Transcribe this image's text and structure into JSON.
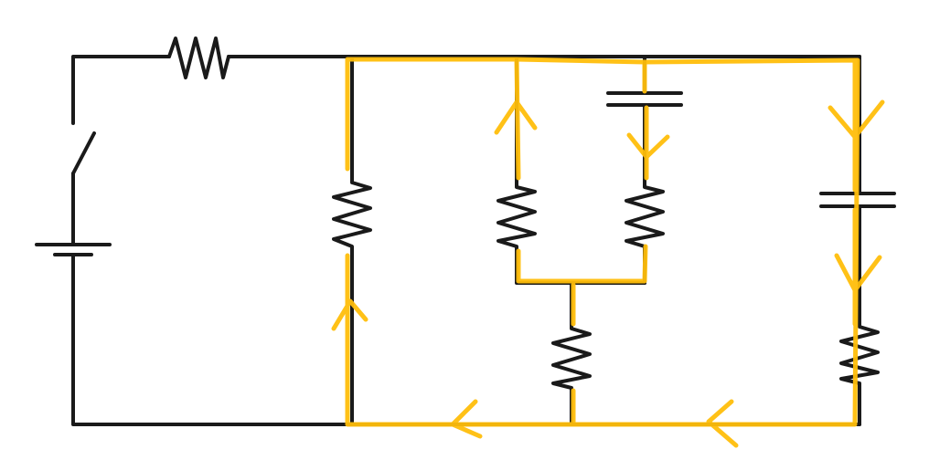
{
  "colors": {
    "background": "#ffffff",
    "circuit": "#1a1a1a",
    "annotation": "#FFBE0B"
  },
  "annotation_arrows": [
    {
      "direction": "up"
    },
    {
      "direction": "up"
    },
    {
      "direction": "down"
    },
    {
      "direction": "down"
    },
    {
      "direction": "down"
    },
    {
      "direction": "left"
    },
    {
      "direction": "left"
    }
  ]
}
